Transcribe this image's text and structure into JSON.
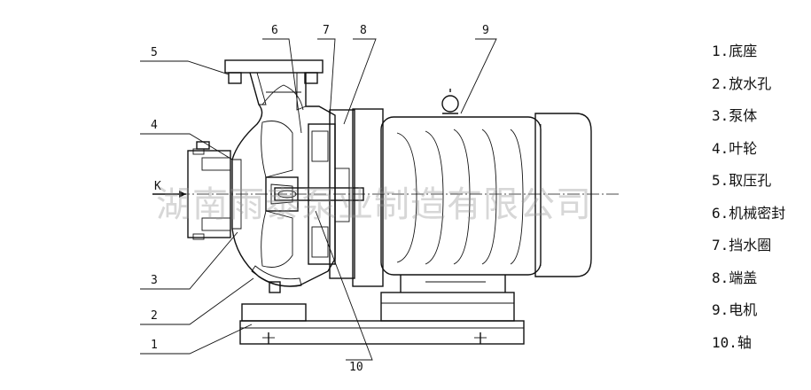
{
  "watermark": "湖南雨泰泵业制造有限公司",
  "axis_label": "K",
  "callouts": [
    {
      "number": "1"
    },
    {
      "number": "2"
    },
    {
      "number": "3"
    },
    {
      "number": "4"
    },
    {
      "number": "5"
    },
    {
      "number": "6"
    },
    {
      "number": "7"
    },
    {
      "number": "8"
    },
    {
      "number": "9"
    },
    {
      "number": "10"
    }
  ],
  "legend": [
    "1.底座",
    "2.放水孔",
    "3.泵体",
    "4.叶轮",
    "5.取压孔",
    "6.机械密封",
    "7.挡水圈",
    "8.端盖",
    "9.电机",
    "10.轴"
  ]
}
